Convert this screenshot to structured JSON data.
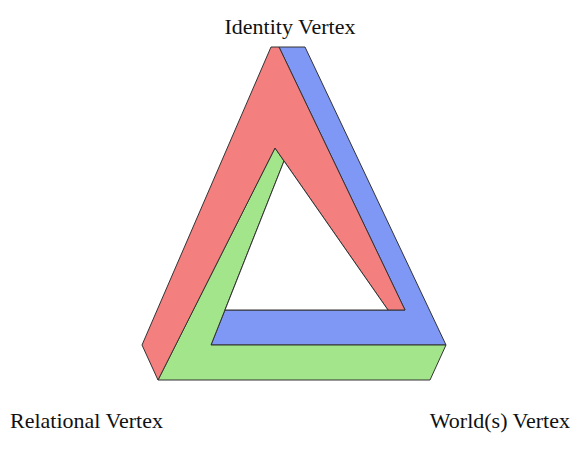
{
  "diagram": {
    "labels": [
      "Identity Vertex",
      "Relational Vertex",
      "World(s) Vertex"
    ]
  }
}
